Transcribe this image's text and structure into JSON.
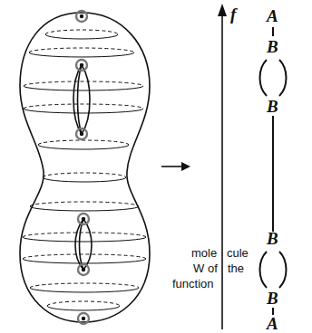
{
  "diagram": {
    "labels": [
      "f",
      "A",
      "B",
      "B",
      "B",
      "B",
      "A",
      "mole",
      "cule",
      "W",
      "of",
      "the",
      "function"
    ]
  }
}
